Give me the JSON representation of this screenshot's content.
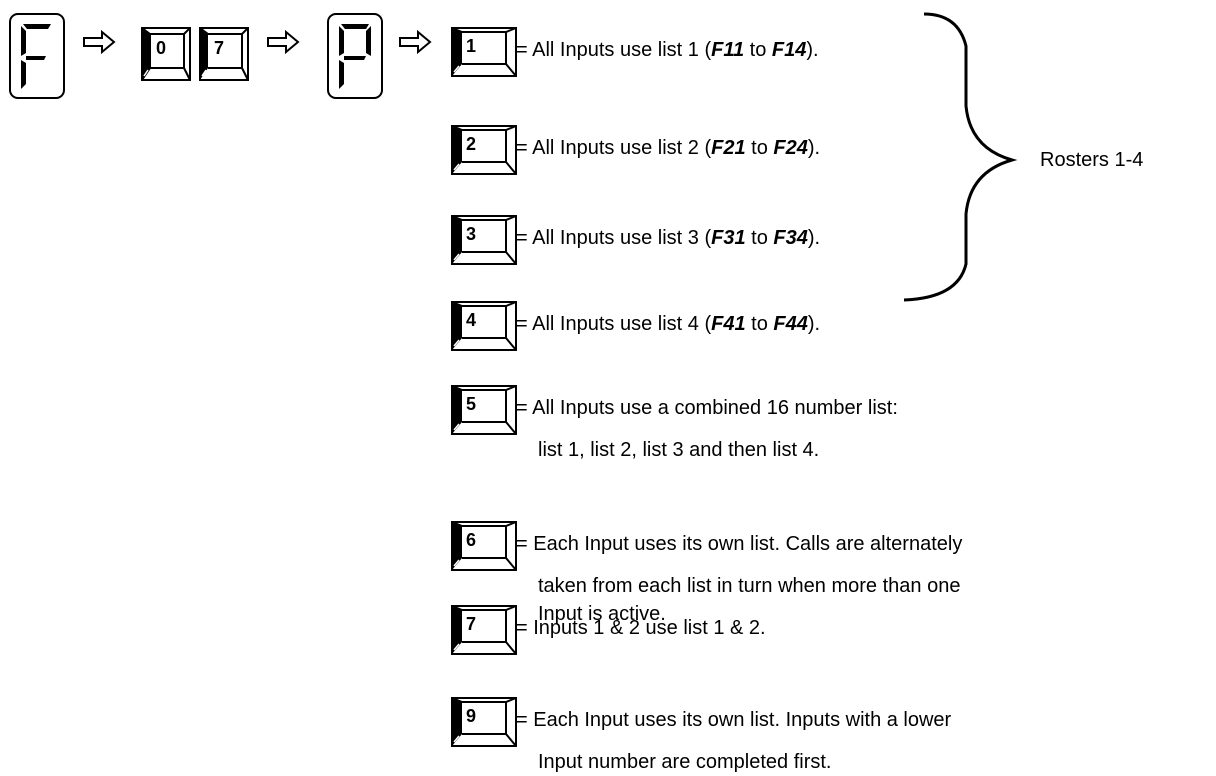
{
  "sequence": {
    "display_1": "F",
    "keys_1": [
      "0",
      "7"
    ],
    "display_2": "P",
    "arrow": "⇨"
  },
  "options": [
    {
      "key": "1",
      "prefix": "= All Inputs use list 1 (",
      "from": "F11",
      "mid": " to ",
      "to": "F14",
      "suffix": ")."
    },
    {
      "key": "2",
      "prefix": "= All Inputs use list 2 (",
      "from": "F21",
      "mid": " to ",
      "to": "F24",
      "suffix": ")."
    },
    {
      "key": "3",
      "prefix": "= All Inputs use list 3 (",
      "from": "F31",
      "mid": " to ",
      "to": "F34",
      "suffix": ")."
    },
    {
      "key": "4",
      "prefix": "= All Inputs use list 4 (",
      "from": "F41",
      "mid": " to ",
      "to": "F44",
      "suffix": ")."
    },
    {
      "key": "5",
      "lines": [
        "= All Inputs use a combined 16   number list:",
        "list 1, list 2, list 3 and then list 4."
      ]
    },
    {
      "key": "6",
      "lines": [
        "= Each Input uses its own list. Calls are alternately",
        "taken from each list in turn when more than one",
        "Input is active."
      ]
    },
    {
      "key": "7",
      "lines": [
        "= Inputs 1 & 2 use list 1 & 2."
      ]
    },
    {
      "key": "9",
      "lines": [
        "= Each Input uses its own list. Inputs with a lower",
        "Input number are completed first."
      ]
    }
  ],
  "brace_label": "Rosters 1-4"
}
